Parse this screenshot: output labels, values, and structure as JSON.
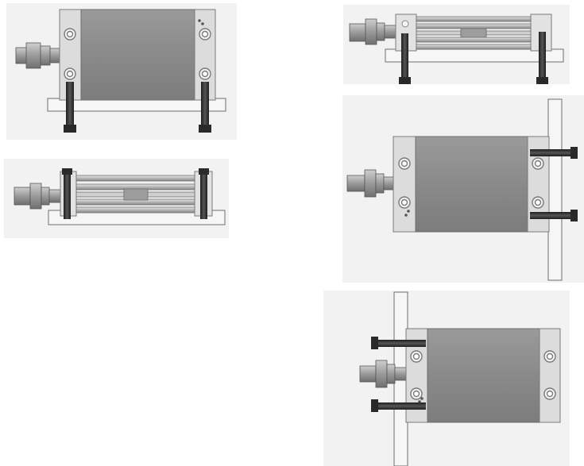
{
  "diagram": {
    "description_visible_text": "",
    "views": [
      {
        "id": "top-left",
        "orientation": "front-bottom-mounted"
      },
      {
        "id": "top-right",
        "orientation": "side-bottom-mounted"
      },
      {
        "id": "middle-left",
        "orientation": "side-top-mounted"
      },
      {
        "id": "middle-right",
        "orientation": "front-right-wall-mounted"
      },
      {
        "id": "bottom-right",
        "orientation": "front-left-wall-mounted"
      }
    ]
  },
  "colors": {
    "background": "#ffffff",
    "panel": "#f2f2f2",
    "body": "#8f8f8f",
    "endcap": "#dcdcdc",
    "plate": "#f4f4f4",
    "outline": "#6e6e6e",
    "bolt": "#2e2e2e",
    "fitting": "#a7a7a7"
  }
}
